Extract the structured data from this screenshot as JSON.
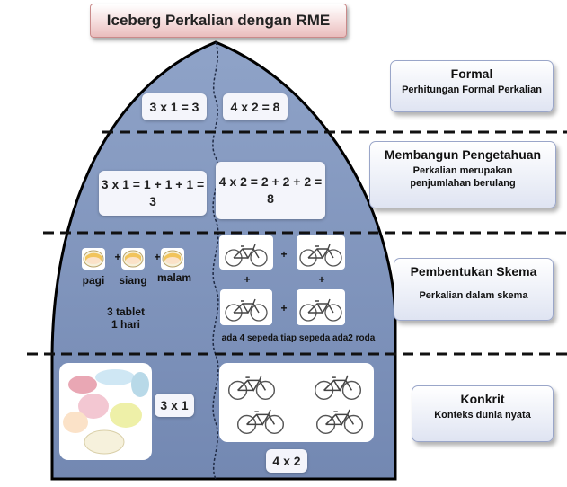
{
  "title": "Iceberg Perkalian dengan RME",
  "levels": {
    "formal": {
      "heading": "Formal",
      "subtitle": "Perhitungan Formal Perkalian",
      "left_eq": "3 x 1 = 3",
      "right_eq": "4 x 2 = 8"
    },
    "building": {
      "heading": "Membangun Pengetahuan",
      "subtitle": "Perkalian merupakan penjumlahan berulang",
      "left_eq": "3 x 1 = 1 + 1 + 1 = 3",
      "right_eq": "4 x 2 = 2 + 2 + 2 = 8"
    },
    "schema": {
      "heading": "Pembentukan Skema",
      "subtitle": "Perkalian dalam skema",
      "pill_labels": [
        "pagi",
        "siang",
        "malam"
      ],
      "plus": "+",
      "tablet_note": "3 tablet 1 hari",
      "bike_note": "ada 4 sepeda tiap sepeda ada2 roda"
    },
    "concrete": {
      "heading": "Konkrit",
      "subtitle": "Konteks dunia nyata",
      "left_eq": "3 x 1",
      "right_eq": "4 x 2"
    }
  },
  "icons": [
    "pill-icon",
    "bicycle-icon",
    "pills-photo",
    "bicycles-photo"
  ],
  "colors": {
    "iceberg_fill": "#7f93b9",
    "iceberg_stroke": "#000000",
    "card_border": "#9aa6c9",
    "title_fill": "#f4d9d9",
    "pill_yellow": "#f2c86a",
    "pill_pink": "#f4a3a3"
  }
}
